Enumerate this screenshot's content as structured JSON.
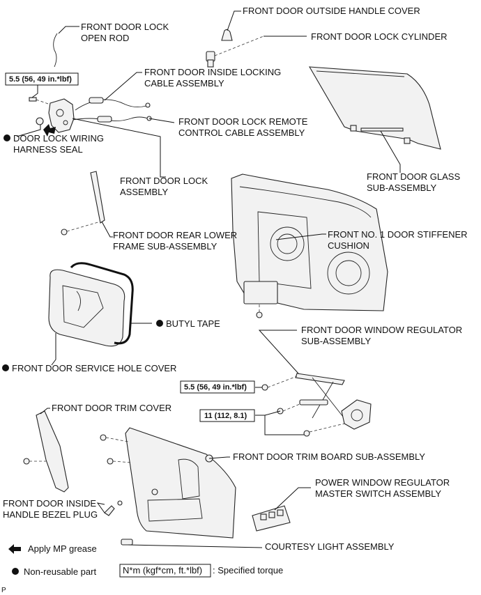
{
  "labels": {
    "outside_handle_cover": "FRONT DOOR OUTSIDE HANDLE COVER",
    "lock_cylinder": "FRONT DOOR LOCK CYLINDER",
    "lock_open_rod_1": "FRONT DOOR LOCK",
    "lock_open_rod_2": "OPEN ROD",
    "inside_locking_cable_1": "FRONT DOOR INSIDE LOCKING",
    "inside_locking_cable_2": "CABLE ASSEMBLY",
    "remote_control_cable_1": "FRONT DOOR LOCK REMOTE",
    "remote_control_cable_2": "CONTROL CABLE ASSEMBLY",
    "wiring_harness_seal_1": "DOOR LOCK WIRING",
    "wiring_harness_seal_2": "HARNESS SEAL",
    "lock_assembly_1": "FRONT DOOR LOCK",
    "lock_assembly_2": "ASSEMBLY",
    "glass_sub_assembly_1": "FRONT DOOR GLASS",
    "glass_sub_assembly_2": "SUB-ASSEMBLY",
    "rear_lower_frame_1": "FRONT DOOR REAR LOWER",
    "rear_lower_frame_2": "FRAME SUB-ASSEMBLY",
    "stiffener_cushion_1": "FRONT NO. 1 DOOR STIFFENER",
    "stiffener_cushion_2": "CUSHION",
    "butyl_tape": "BUTYL TAPE",
    "window_regulator_1": "FRONT DOOR WINDOW REGULATOR",
    "window_regulator_2": "SUB-ASSEMBLY",
    "service_hole_cover": "FRONT DOOR SERVICE HOLE COVER",
    "trim_cover": "FRONT DOOR TRIM COVER",
    "trim_board": "FRONT DOOR TRIM BOARD SUB-ASSEMBLY",
    "master_switch_1": "POWER WINDOW REGULATOR",
    "master_switch_2": "MASTER SWITCH ASSEMBLY",
    "bezel_plug_1": "FRONT DOOR INSIDE",
    "bezel_plug_2": "HANDLE BEZEL PLUG",
    "courtesy_light": "COURTESY LIGHT ASSEMBLY"
  },
  "torques": {
    "lock_bolt": "5.5 (56, 49 in.*lbf)",
    "regulator_bolt_a": "5.5 (56, 49 in.*lbf)",
    "regulator_bolt_b": "11 (112, 8.1)"
  },
  "legend": {
    "grease": "Apply MP grease",
    "non_reusable": "Non-reusable part",
    "torque_box": "N*m (kgf*cm, ft.*lbf)",
    "torque_text": ": Specified torque"
  },
  "corner_mark": "P",
  "colors": {
    "ink": "#111111",
    "part_fill": "#f2f2f2"
  }
}
